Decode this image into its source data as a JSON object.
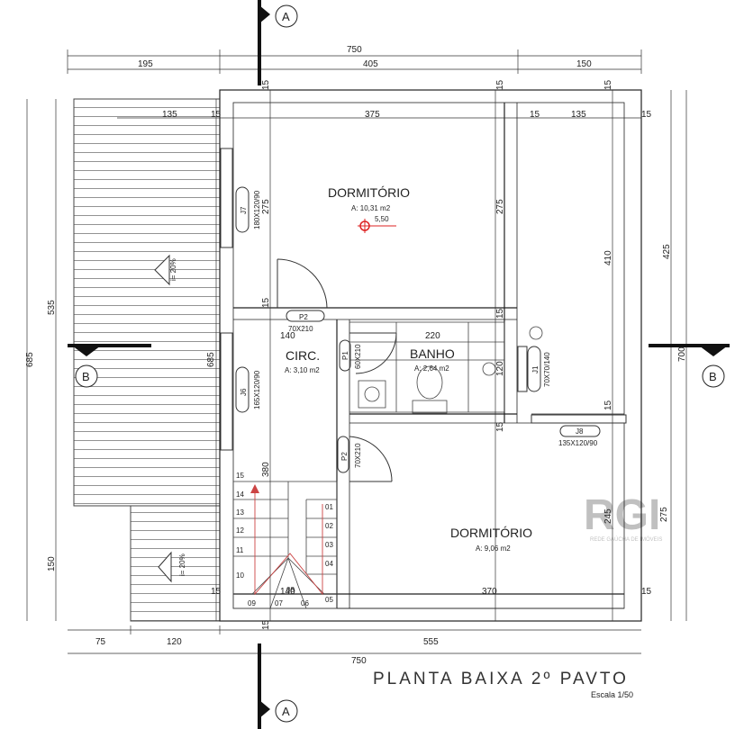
{
  "title": "PLANTA BAIXA 2º PAVTO",
  "scale": "Escala 1/50",
  "section_markers": {
    "a": "A",
    "b": "B"
  },
  "watermark": {
    "logo": "RGI",
    "subtitle": "REDE GAÚCHA DE IMÓVEIS"
  },
  "rooms": {
    "dorm1": {
      "name": "DORMITÓRIO",
      "area": "A: 10,31 m2",
      "level": "5,50"
    },
    "circ": {
      "name": "CIRC.",
      "area": "A: 3,10 m2"
    },
    "banho": {
      "name": "BANHO",
      "area": "A: 2,64 m2"
    },
    "dorm2": {
      "name": "DORMITÓRIO",
      "area": "A: 9,06 m2"
    }
  },
  "openings": {
    "p2a": "P2",
    "p2a_size": "70X210",
    "p2b": "P2",
    "p2b_size": "70X210",
    "p1": "P1",
    "p1_size": "60X210",
    "j1": "J1",
    "j1_size": "70X70/140",
    "j6": "J6",
    "j6_size": "165X120/90",
    "j7": "J7",
    "j7_size": "180X120/90",
    "j8": "J8",
    "j8_size": "135X120/90"
  },
  "roof": {
    "slope1": "i= 20%",
    "slope2": "i= 20%"
  },
  "dimensions": {
    "top_total": "750",
    "top_left": "195",
    "top_mid": "405",
    "top_right": "150",
    "in_135a": "135",
    "in_15a": "15",
    "in_375": "375",
    "in_15b": "15",
    "in_135b": "135",
    "in_15c": "15",
    "left_535": "535",
    "left_685": "685",
    "left_150": "150",
    "mid_685": "685",
    "bot_75": "75",
    "bot_120": "120",
    "bot_555": "555",
    "bot_total": "750",
    "right_410": "410",
    "right_425": "425",
    "right_700": "700",
    "right_275": "275",
    "right_245": "245",
    "d_275a": "275",
    "d_275b": "275",
    "d_15a": "15",
    "d_15b": "15",
    "d_15c": "15",
    "d_15d": "15",
    "d_15e": "15",
    "d_15f": "15",
    "d_15g": "15",
    "d_15h": "15",
    "d_15i": "15",
    "d_15j": "15",
    "d_140": "140",
    "d_220": "220",
    "d_120": "120",
    "d_380": "380",
    "d_370": "370",
    "d_140b": "140"
  },
  "stairs": [
    "01",
    "02",
    "03",
    "04",
    "05",
    "06",
    "07",
    "08",
    "09",
    "10",
    "11",
    "12",
    "13",
    "14",
    "15"
  ]
}
